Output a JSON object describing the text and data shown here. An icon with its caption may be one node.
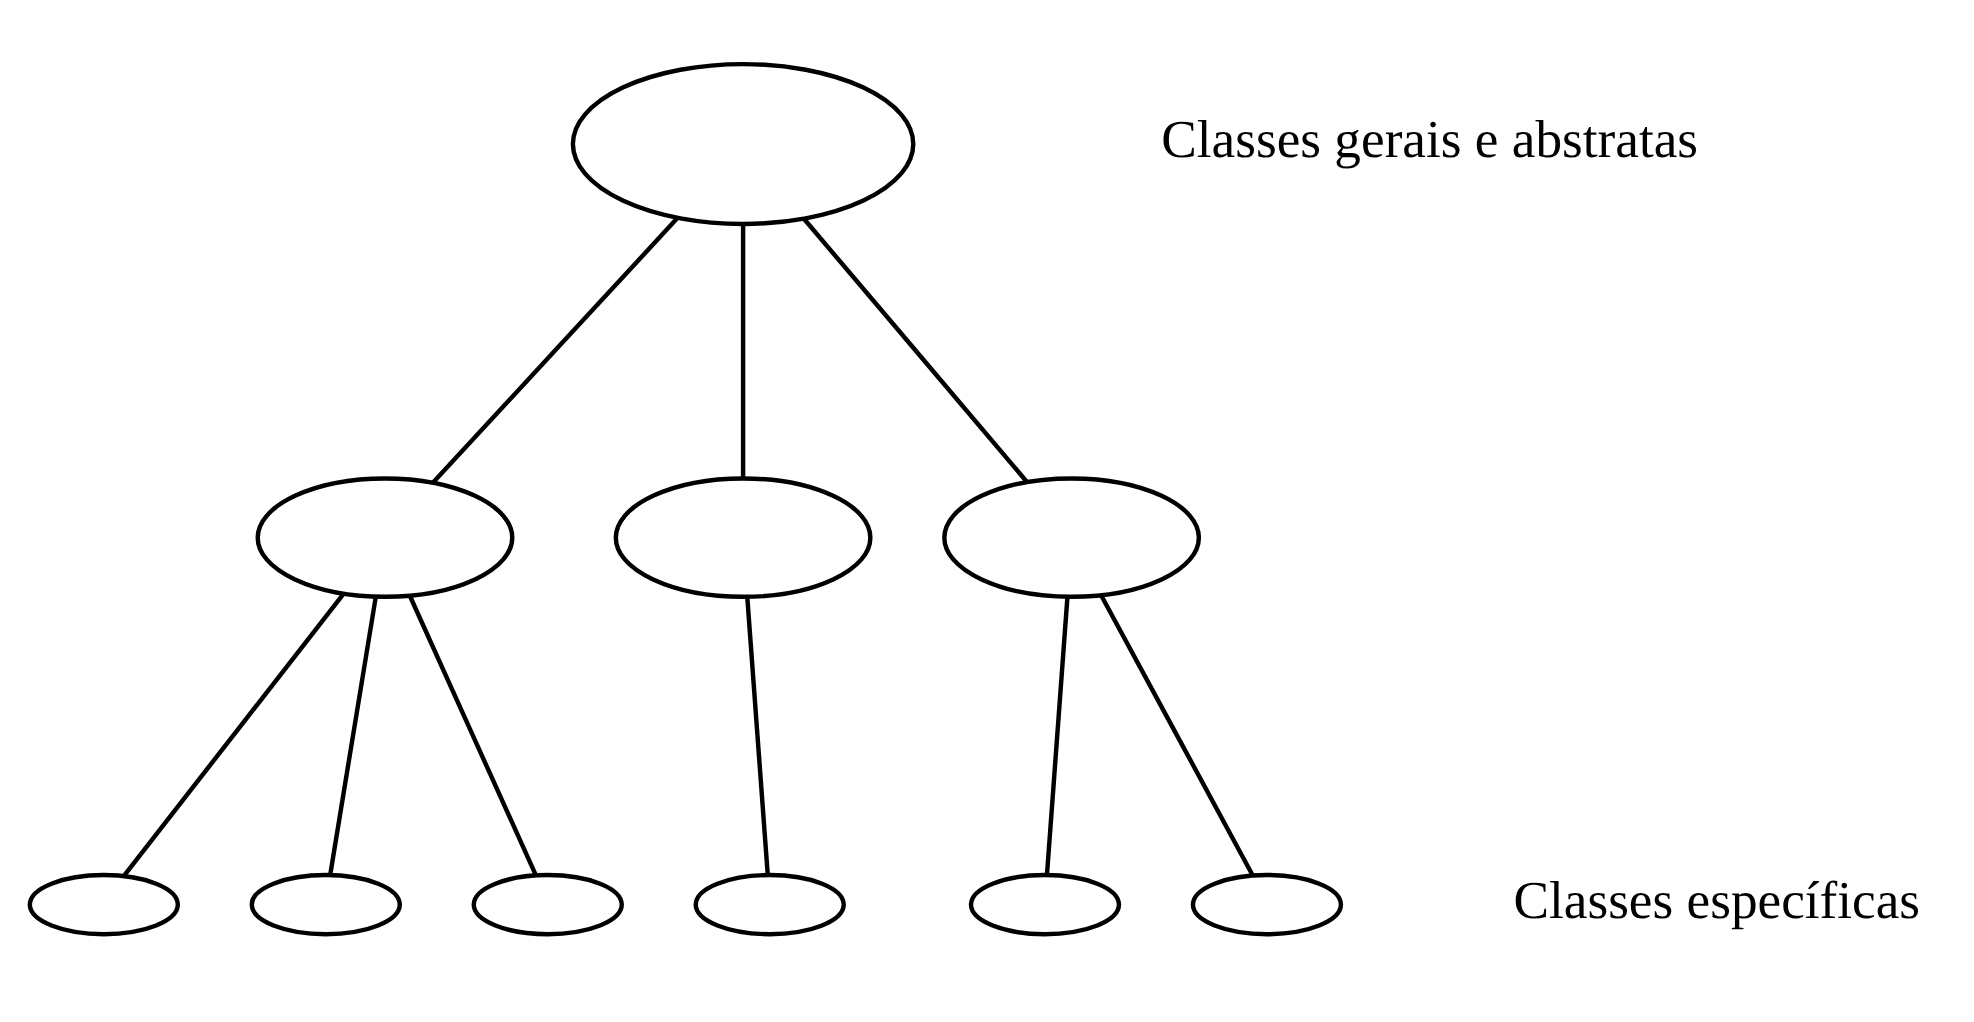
{
  "diagram": {
    "nodes": [
      {
        "text": [],
        "shape": "ellipse"
      },
      {
        "text": [],
        "shape": "ellipse"
      },
      {
        "text": [],
        "shape": "ellipse"
      },
      {
        "text": [],
        "shape": "ellipse"
      },
      {
        "text": [],
        "shape": "ellipse"
      },
      {
        "text": [],
        "shape": "ellipse"
      },
      {
        "text": [],
        "shape": "ellipse"
      },
      {
        "text": [],
        "shape": "ellipse"
      },
      {
        "text": [],
        "shape": "ellipse"
      },
      {
        "text": [],
        "shape": "ellipse"
      }
    ],
    "edges": [
      {
        "from": 0,
        "to": 1,
        "arrow": "none"
      },
      {
        "from": 0,
        "to": 2,
        "arrow": "none"
      },
      {
        "from": 0,
        "to": 3,
        "arrow": "none"
      },
      {
        "from": 1,
        "to": 4,
        "arrow": "none"
      },
      {
        "from": 1,
        "to": 5,
        "arrow": "none"
      },
      {
        "from": 1,
        "to": 6,
        "arrow": "none"
      },
      {
        "from": 2,
        "to": 7,
        "arrow": "none"
      },
      {
        "from": 3,
        "to": 8,
        "arrow": "none"
      },
      {
        "from": 3,
        "to": 9,
        "arrow": "none"
      }
    ],
    "labels": [
      "Classes gerais e abstratas",
      "Classes específicas"
    ]
  }
}
